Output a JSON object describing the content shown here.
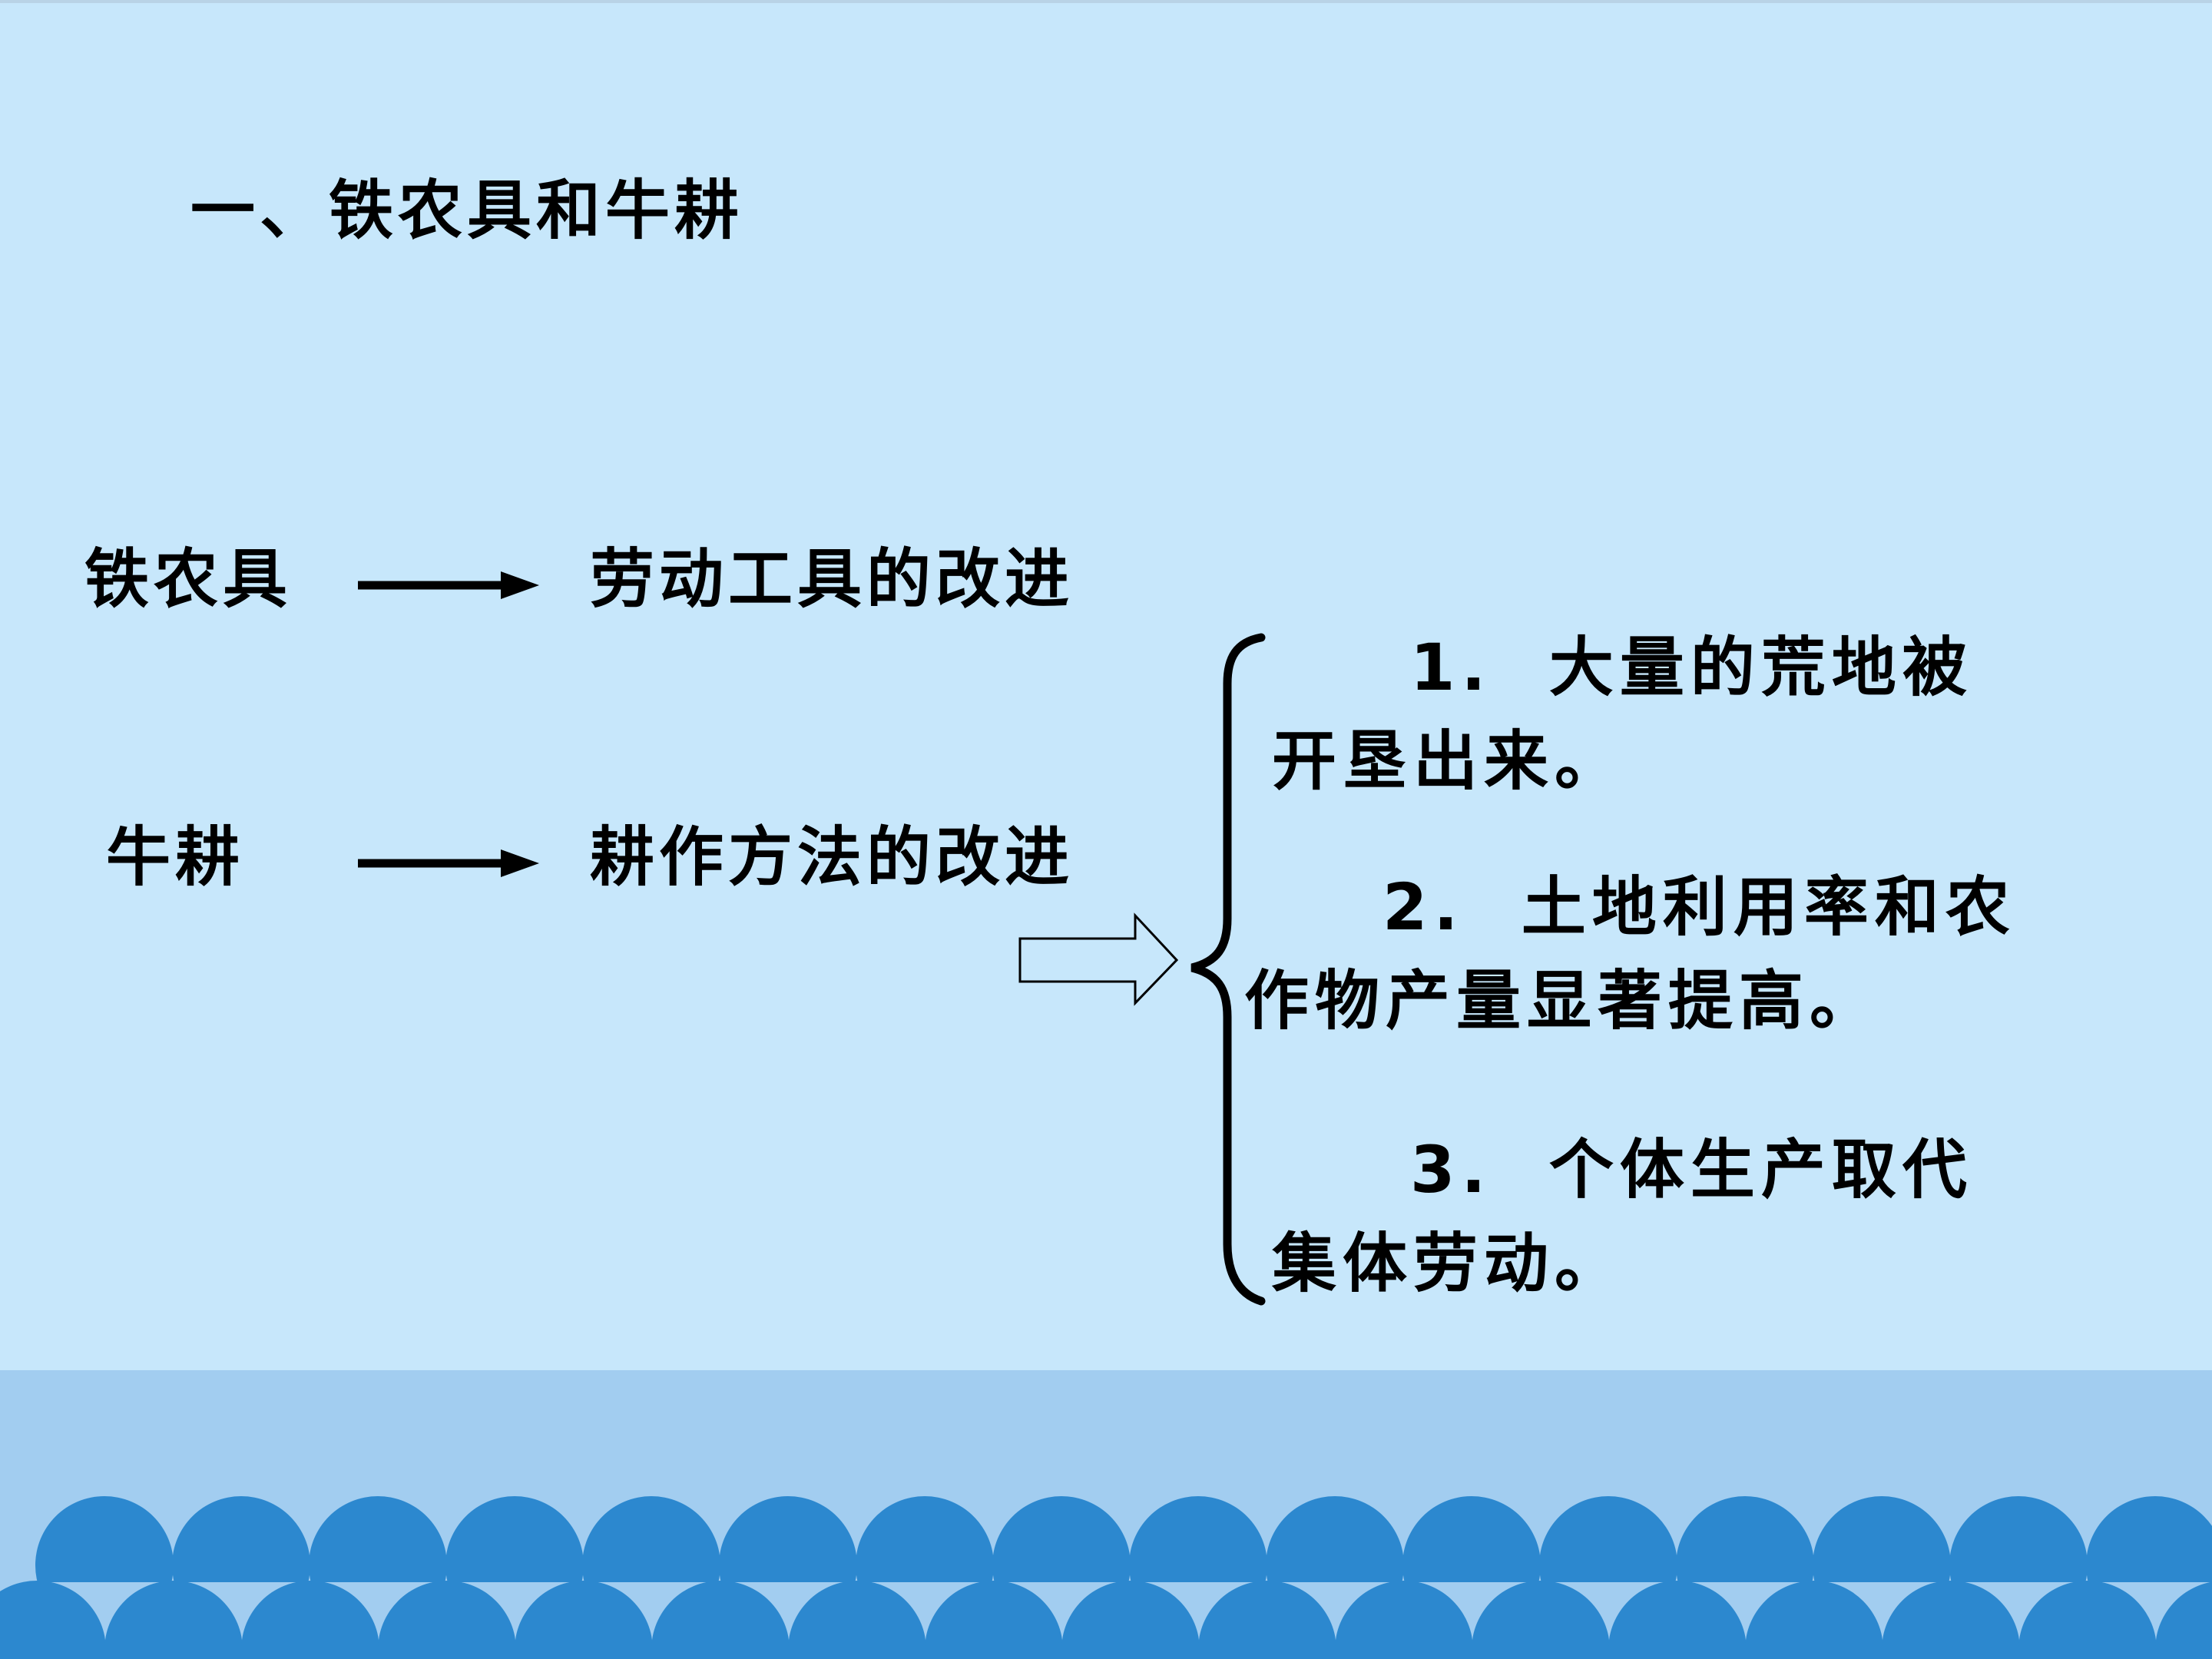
{
  "slide": {
    "title": "一、铁农具和牛耕",
    "rows": [
      {
        "label": "铁农具",
        "result": "劳动工具的改进"
      },
      {
        "label": "牛耕",
        "result": "耕作方法的改进"
      }
    ],
    "outcomes": [
      {
        "number": "1.",
        "line1": "大量的荒地被",
        "line2": "开垦出来。"
      },
      {
        "number": "2.",
        "line1": "土地利用率和农",
        "line2": "作物产量显著提高。"
      },
      {
        "number": "3.",
        "line1": "个体生产取代",
        "line2": "集体劳动。"
      }
    ]
  },
  "colors": {
    "background": "#c7e7fb",
    "band": "#a2cdf0",
    "wave": "#2c88cf"
  }
}
